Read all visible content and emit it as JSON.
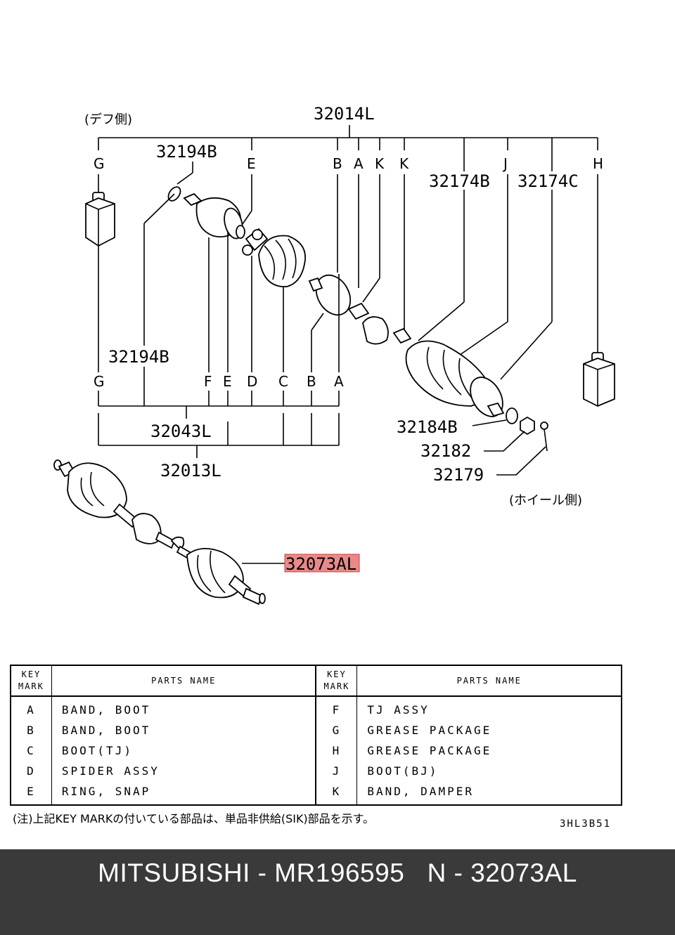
{
  "diagram": {
    "side_left": "(デフ側)",
    "side_right": "(ホイール側)",
    "labels": {
      "top": "32014L",
      "p32194B_top": "32194B",
      "p32194B_mid": "32194B",
      "p32174B": "32174B",
      "p32174C": "32174C",
      "p32043L": "32043L",
      "p32013L": "32013L",
      "p32184B": "32184B",
      "p32182": "32182",
      "p32179": "32179",
      "highlight": "32073AL"
    },
    "top_letters": [
      "G",
      "E",
      "B",
      "A",
      "K",
      "K",
      "J",
      "H"
    ],
    "bottom_letters": [
      "G",
      "F",
      "E",
      "D",
      "C",
      "B",
      "A"
    ],
    "highlight_color": "#e88a8a"
  },
  "table": {
    "header_key": [
      "KEY",
      "MARK"
    ],
    "header_name": "PARTS NAME",
    "left": [
      {
        "key": "A",
        "name": "BAND, BOOT"
      },
      {
        "key": "B",
        "name": "BAND, BOOT"
      },
      {
        "key": "C",
        "name": "BOOT(TJ)"
      },
      {
        "key": "D",
        "name": "SPIDER ASSY"
      },
      {
        "key": "E",
        "name": "RING, SNAP"
      }
    ],
    "right": [
      {
        "key": "F",
        "name": "TJ ASSY"
      },
      {
        "key": "G",
        "name": "GREASE PACKAGE"
      },
      {
        "key": "H",
        "name": "GREASE PACKAGE"
      },
      {
        "key": "J",
        "name": "BOOT(BJ)"
      },
      {
        "key": "K",
        "name": "BAND, DAMPER"
      }
    ]
  },
  "note": "(注)上記KEY MARKの付いている部品は、単品非供給(SIK)部品を示す。",
  "code": "3HL3B51",
  "footer": "MITSUBISHI - MR196595   N - 32073AL"
}
